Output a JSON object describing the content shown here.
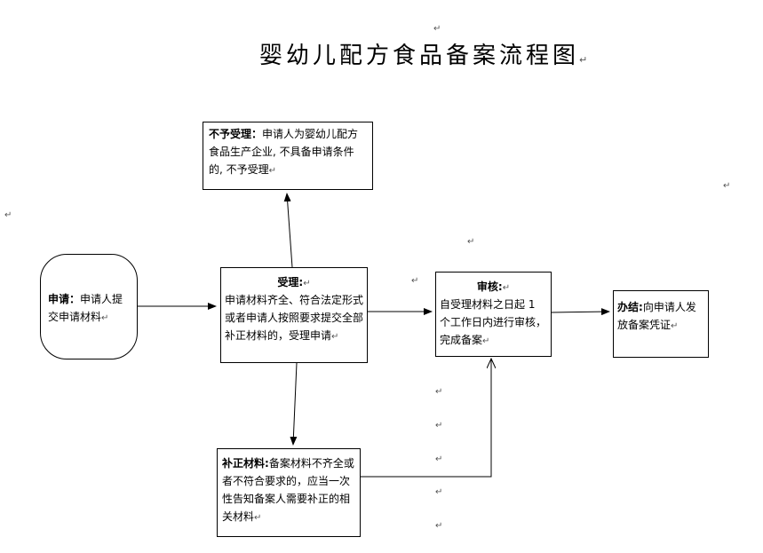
{
  "title": "婴幼儿配方食品备案流程图",
  "para_mark": "↵",
  "nodes": {
    "apply": {
      "label": "申请：",
      "text": "申请人提交申请材料"
    },
    "reject": {
      "label": "不予受理：",
      "text": "申请人为婴幼儿配方食品生产企业, 不具备申请条件的, 不予受理"
    },
    "accept": {
      "label": "受理:",
      "text": "申请材料齐全、符合法定形式或者申请人按照要求提交全部补正材料的，受理申请"
    },
    "review": {
      "label": "审核:",
      "text": "自受理材料之日起 1 个工作日内进行审核，完成备案"
    },
    "finish": {
      "label": "办结:",
      "text": "向申请人发放备案凭证"
    },
    "supplement": {
      "label": "补正材料:",
      "text": "备案材料不齐全或者不符合要求的，应当一次性告知备案人需要补正的相关材料"
    }
  }
}
